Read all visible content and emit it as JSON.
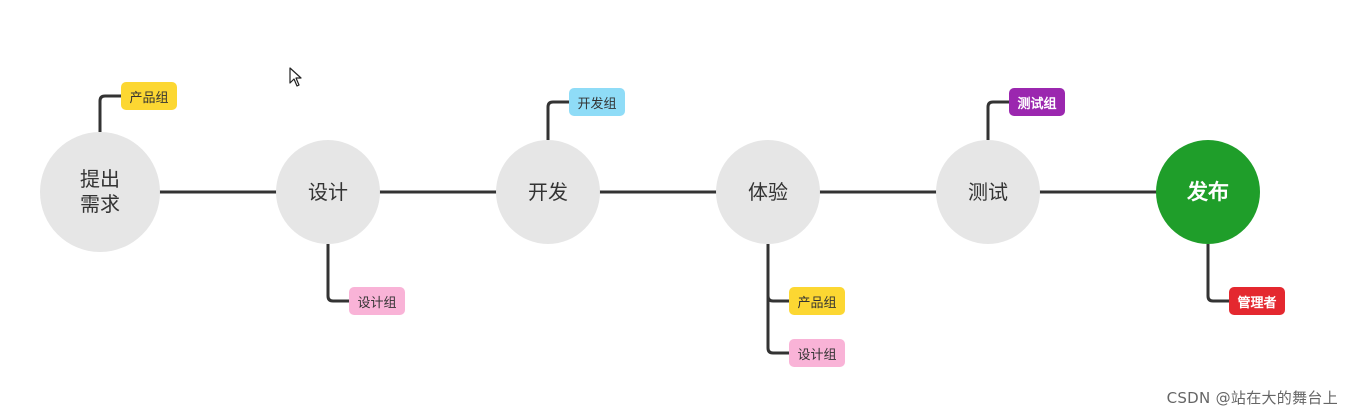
{
  "diagram": {
    "steps": [
      {
        "id": "req",
        "label_line1": "提出",
        "label_line2": "需求",
        "style": "gray"
      },
      {
        "id": "design",
        "label_line1": "设计",
        "label_line2": "",
        "style": "gray"
      },
      {
        "id": "dev",
        "label_line1": "开发",
        "label_line2": "",
        "style": "gray"
      },
      {
        "id": "exp",
        "label_line1": "体验",
        "label_line2": "",
        "style": "gray"
      },
      {
        "id": "test",
        "label_line1": "测试",
        "label_line2": "",
        "style": "gray"
      },
      {
        "id": "release",
        "label_line1": "发布",
        "label_line2": "",
        "style": "final"
      }
    ],
    "tags": [
      {
        "step": "req",
        "label": "产品组",
        "color": "#fcd732"
      },
      {
        "step": "design",
        "label": "设计组",
        "color": "#f9b3d7"
      },
      {
        "step": "dev",
        "label": "开发组",
        "color": "#8fdcf7"
      },
      {
        "step": "exp",
        "label": "产品组",
        "color": "#fcd732"
      },
      {
        "step": "exp",
        "label": "设计组",
        "color": "#f9b3d7"
      },
      {
        "step": "test",
        "label": "测试组",
        "color": "#9b27af"
      },
      {
        "step": "release",
        "label": "管理者",
        "color": "#e4282f"
      }
    ]
  },
  "colors": {
    "connector": "#333333",
    "node_gray": "#e6e6e6",
    "node_final": "#1f9e2a"
  },
  "watermark": "CSDN @站在大的舞台上"
}
